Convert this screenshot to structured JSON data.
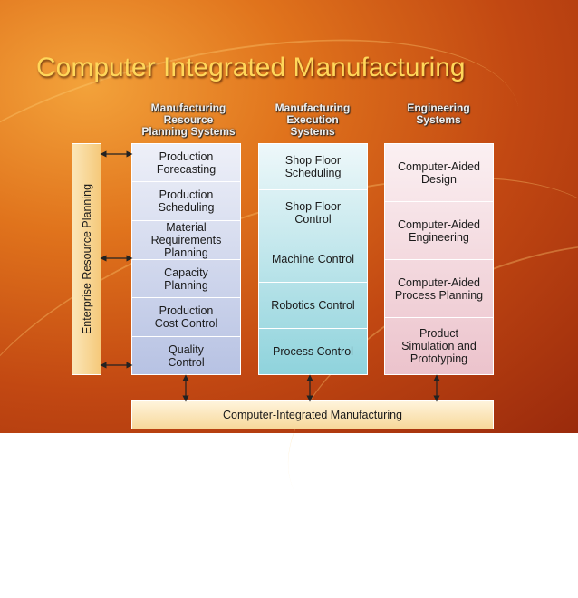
{
  "title": "Computer Integrated Manufacturing",
  "columns": [
    {
      "header": [
        "Manufacturing",
        "Resource",
        "Planning Systems"
      ],
      "cells": [
        [
          "Production",
          "Forecasting"
        ],
        [
          "Production",
          "Scheduling"
        ],
        [
          "Material",
          "Requirements",
          "Planning"
        ],
        [
          "Capacity",
          "Planning"
        ],
        [
          "Production",
          "Cost Control"
        ],
        [
          "Quality",
          "Control"
        ]
      ]
    },
    {
      "header": [
        "Manufacturing",
        "Execution",
        "Systems"
      ],
      "cells": [
        [
          "Shop Floor",
          "Scheduling"
        ],
        [
          "Shop Floor",
          "Control"
        ],
        [
          "Machine Control"
        ],
        [
          "Robotics Control"
        ],
        [
          "Process Control"
        ]
      ]
    },
    {
      "header": [
        "Engineering",
        "Systems"
      ],
      "cells": [
        [
          "Computer-Aided",
          "Design"
        ],
        [
          "Computer-Aided",
          "Engineering"
        ],
        [
          "Computer-Aided",
          "Process Planning"
        ],
        [
          "Product",
          "Simulation and",
          "Prototyping"
        ]
      ]
    }
  ],
  "side_bar": "Enterprise Resource Planning",
  "bottom_bar": "Computer-Integrated Manufacturing",
  "colors": {
    "background": "#c24812",
    "title": "#ffd75a",
    "mrp_column": "#b7c2e3",
    "mes_column": "#8fd3dc",
    "eng_column": "#ecc3cc",
    "erp_bar": "#f5c97a",
    "cim_bar": "#f7d89a"
  }
}
